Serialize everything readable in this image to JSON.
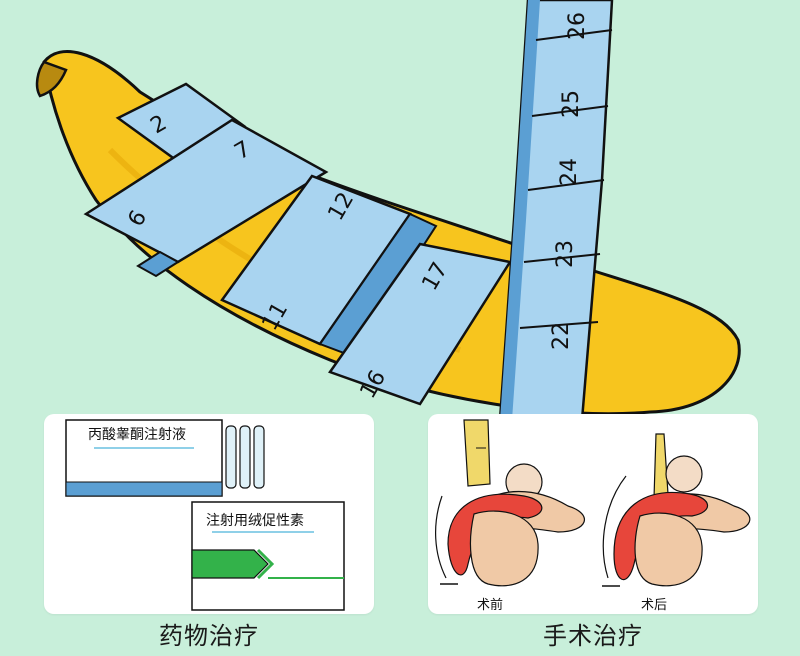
{
  "tape": {
    "vertical_numbers": [
      "22",
      "23",
      "24",
      "25",
      "26"
    ],
    "wrap_numbers": [
      "2",
      "7",
      "6",
      "12",
      "11",
      "17",
      "16"
    ]
  },
  "drug_panel": {
    "box_top_label": "丙酸睾酮注射液",
    "box_bottom_label": "注射用绒促性素",
    "caption": "药物治疗"
  },
  "surgery_panel": {
    "before_label": "术前",
    "after_label": "术后",
    "caption": "手术治疗"
  },
  "colors": {
    "background": "#c8efda",
    "banana": "#f7c51e",
    "tape": "#a9d4f0",
    "tape_edge": "#5b9fd3",
    "green": "#33b24a",
    "red_organ": "#e7463b",
    "skin": "#f0c9a6"
  }
}
